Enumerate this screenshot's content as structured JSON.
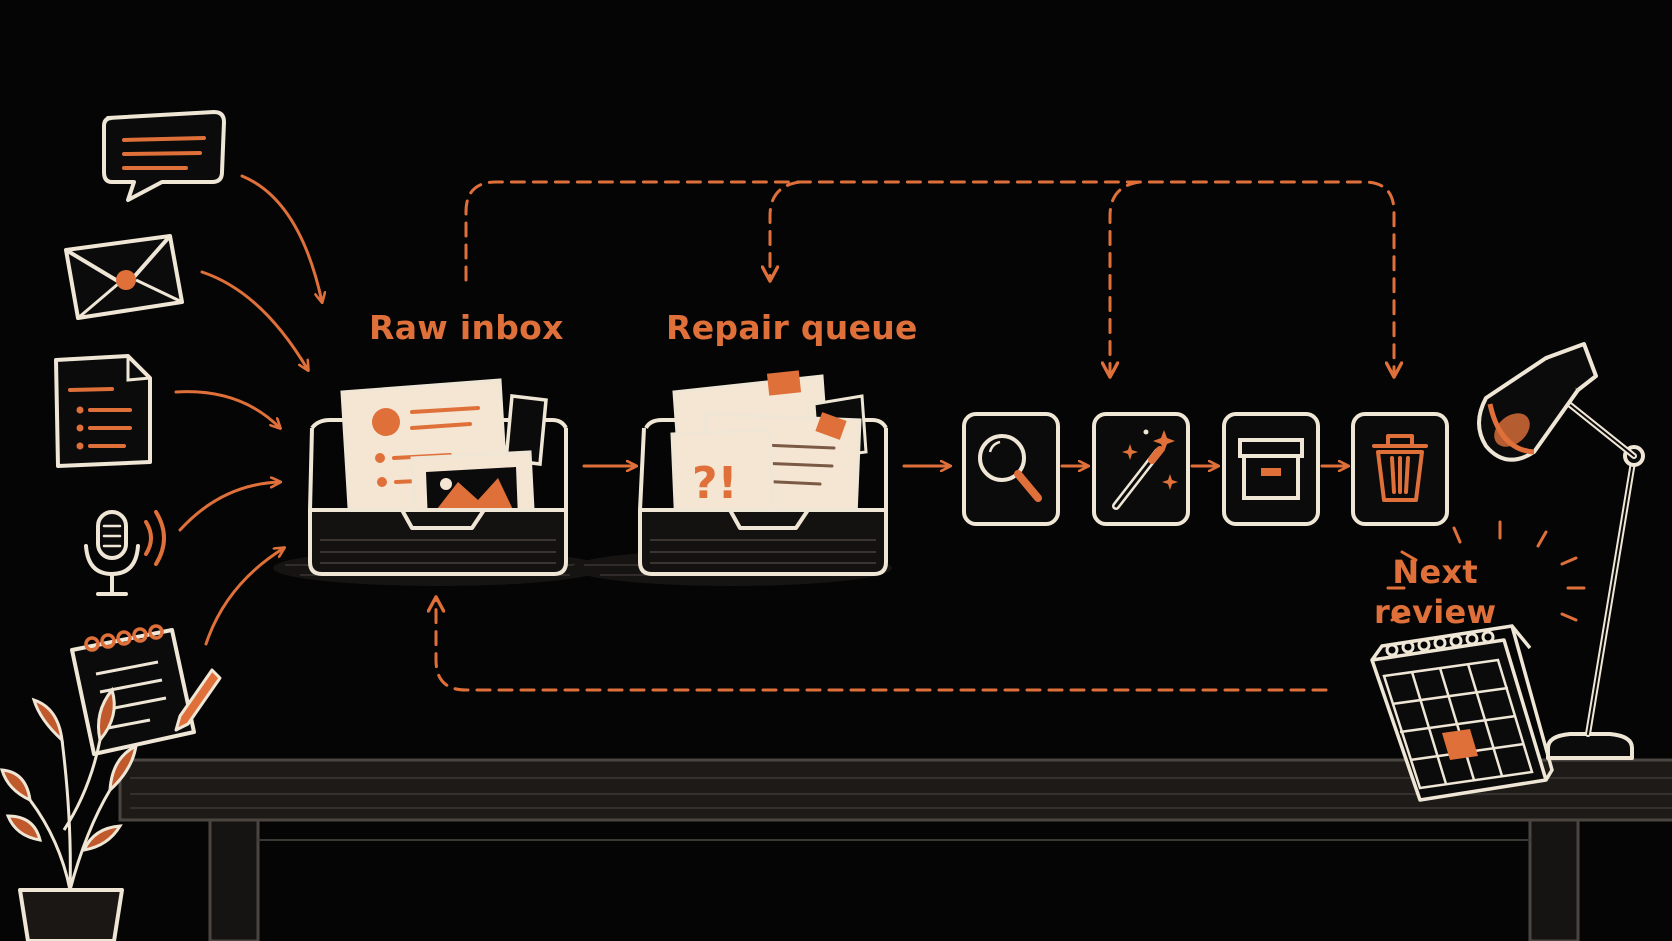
{
  "colors": {
    "background": "#050505",
    "accent": "#e0703a",
    "line": "#efe6d6",
    "paper": "#f5e6d3"
  },
  "labels": {
    "raw_inbox": "Raw inbox",
    "repair_queue": "Repair queue",
    "next_review": "Next review",
    "next_review_line1": "Next",
    "next_review_line2": "review",
    "repair_card_mark": "?!"
  },
  "icons": {
    "inputs": [
      "chat-bubble-icon",
      "envelope-icon",
      "document-icon",
      "microphone-icon",
      "notepad-icon"
    ],
    "pipeline": [
      "magnifier-icon",
      "magic-wand-icon",
      "archive-box-icon",
      "trash-icon"
    ],
    "props": [
      "plant-icon",
      "desk-lamp-icon",
      "calendar-icon",
      "desk"
    ]
  }
}
